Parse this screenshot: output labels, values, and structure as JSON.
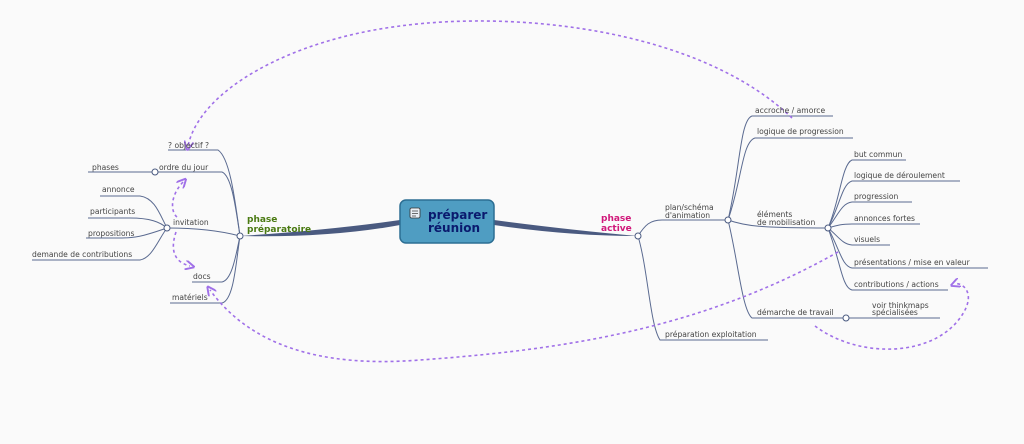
{
  "central": {
    "line1": "préparer",
    "line2": "réunion",
    "icon": "notepad-icon"
  },
  "left": {
    "phase_line1": "phase",
    "phase_line2": "préparatoire",
    "phase_color": "#4a7a12",
    "items": {
      "objectif": "? objectif ?",
      "ordre": "ordre du jour",
      "phases": "phases",
      "invitation": "invitation",
      "annonce": "annonce",
      "participants": "participants",
      "propositions": "propositions",
      "demande": "demande de contributions",
      "docs": "docs",
      "materiels": "matériels"
    }
  },
  "right": {
    "phase_line1": "phase",
    "phase_line2": "active",
    "phase_color": "#d0187a",
    "items": {
      "plan1": "plan/schéma",
      "plan2": "d'animation",
      "accroche": "accroche / amorce",
      "logique_prog": "logique de progression",
      "elements1": "éléments",
      "elements2": "de mobilisation",
      "but": "but commun",
      "logique_der": "logique de déroulement",
      "progression": "progression",
      "annonces": "annonces fortes",
      "visuels": "visuels",
      "presentations": "présentations / mise en valeur",
      "contributions": "contributions / actions",
      "demarche": "démarche de travail",
      "voir1": "voir thinkmaps",
      "voir2": "spécialisées",
      "preparation": "préparation exploitation"
    }
  },
  "colors": {
    "branch": "#4a5a80",
    "central_fill": "#4f9dc2",
    "central_stroke": "#2c6e93",
    "central_text": "#0a1a6e",
    "link": "#a070e8"
  }
}
